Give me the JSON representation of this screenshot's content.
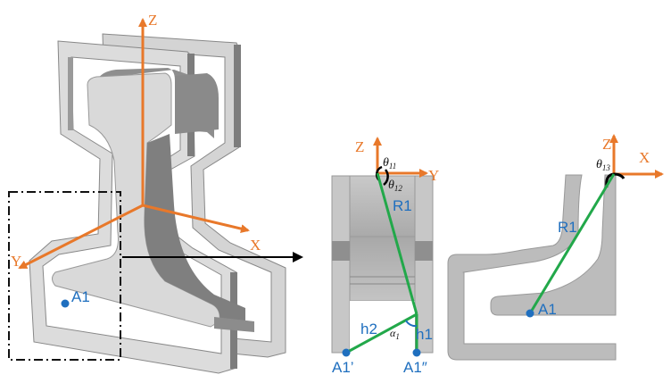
{
  "figure": {
    "colors": {
      "axis": "#e8782a",
      "point": "#1f6fbf",
      "radius_line": "#22a84a",
      "body_light": "#d6d6d6",
      "body_dark": "#8a8a8a",
      "section_fill": "#bdbdbd",
      "arrow": "#000000"
    },
    "iso_view": {
      "axes": {
        "z": "Z",
        "x": "X",
        "y": "Y"
      },
      "point_label": "A1",
      "detail_box": "dash-dot selection box around bottom-left corner"
    },
    "front_view": {
      "axes": {
        "z": "Z",
        "y": "Y"
      },
      "angle_1": {
        "symbol": "θ",
        "sub": "11"
      },
      "angle_2": {
        "symbol": "θ",
        "sub": "12"
      },
      "radius_label": "R1",
      "h2_label": "h2",
      "h1_label": "h1",
      "alpha": {
        "symbol": "α",
        "sub": "1"
      },
      "point_left": "A1’",
      "point_right": "A1″"
    },
    "side_view": {
      "axes": {
        "z": "Z",
        "x": "X"
      },
      "angle": {
        "symbol": "θ",
        "sub": "13"
      },
      "radius_label": "R1",
      "point_label": "A1"
    }
  }
}
